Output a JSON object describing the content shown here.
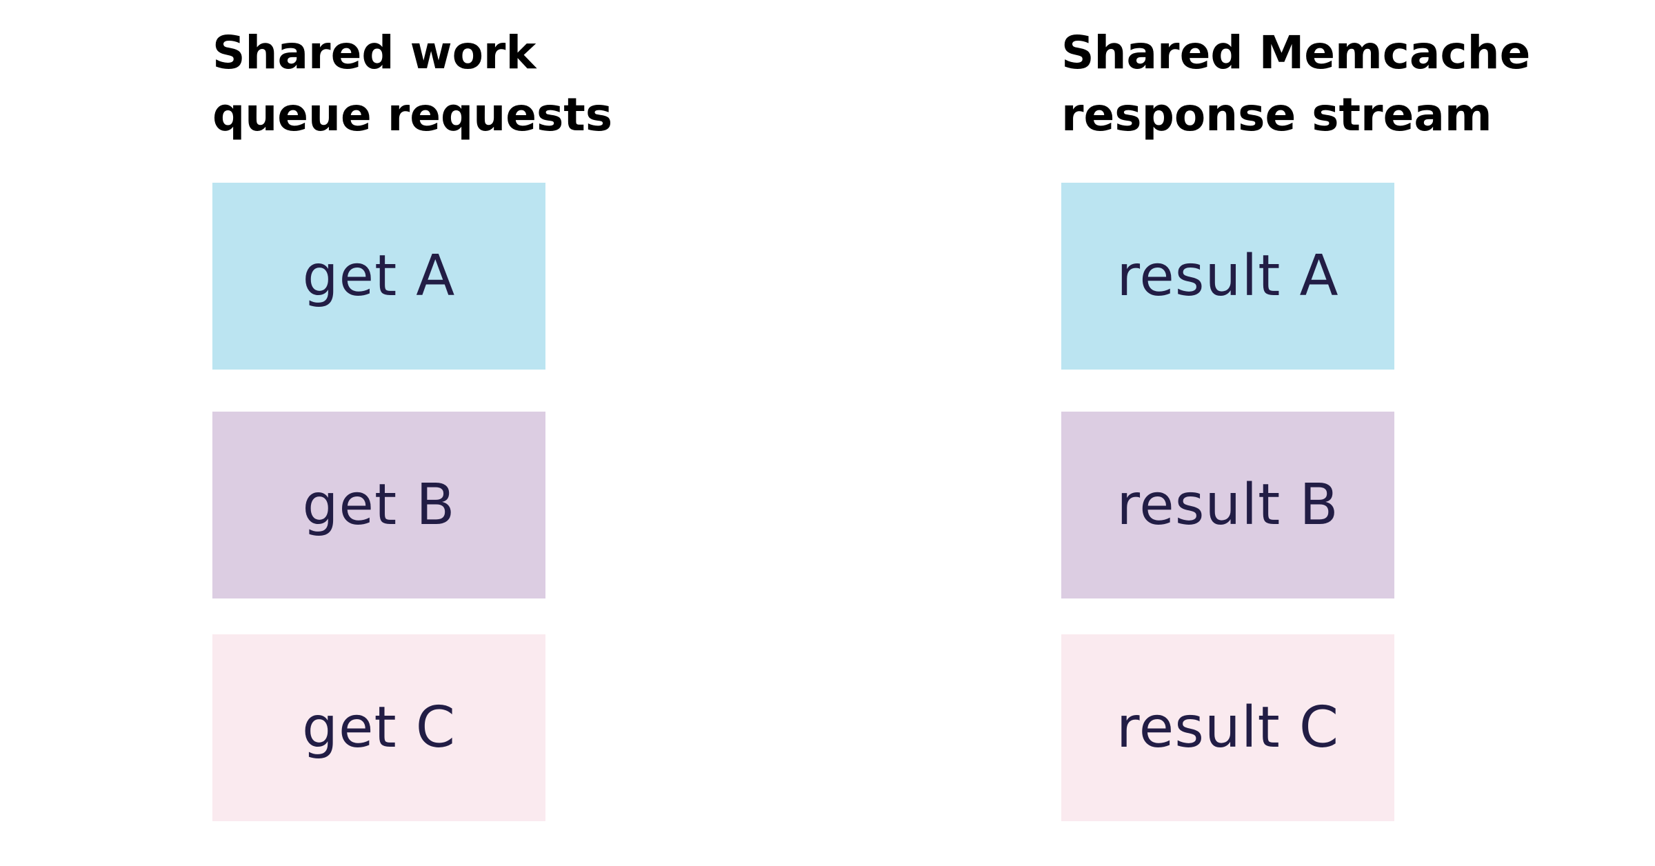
{
  "left": {
    "heading": [
      "Shared work",
      "queue requests"
    ],
    "items": [
      {
        "label": "get A",
        "color": "#bbe4f1"
      },
      {
        "label": "get B",
        "color": "#dccde2"
      },
      {
        "label": "get C",
        "color": "#faeaef"
      }
    ]
  },
  "right": {
    "heading": [
      "Shared Memcache",
      "response stream"
    ],
    "items": [
      {
        "label": "result A",
        "color": "#bbe4f1"
      },
      {
        "label": "result B",
        "color": "#dccde2"
      },
      {
        "label": "result C",
        "color": "#faeaef"
      }
    ]
  },
  "text_color": "#221d45"
}
